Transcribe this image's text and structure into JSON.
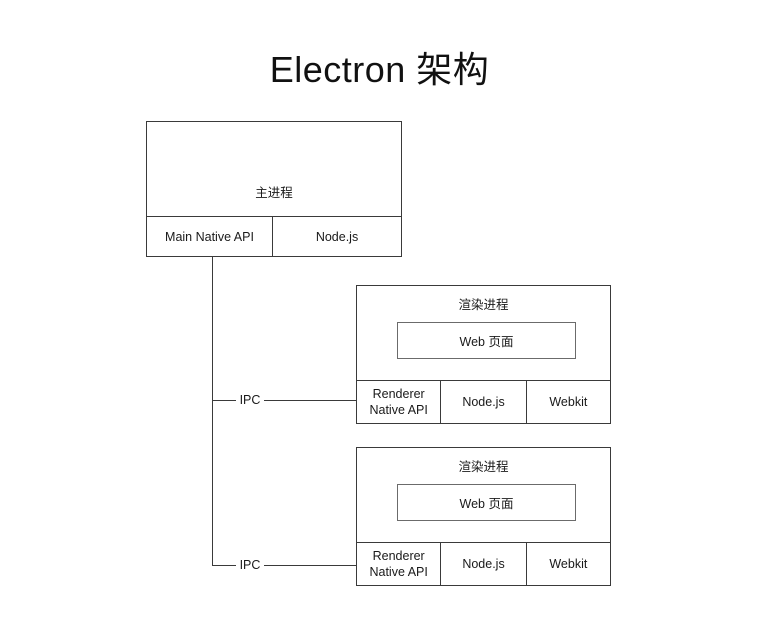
{
  "page": {
    "title": "Electron 架构",
    "background_color": "#ffffff",
    "line_color": "#3a3a3a",
    "text_color": "#1a1a1a"
  },
  "main_process": {
    "title": "主进程",
    "cells": [
      {
        "label": "Main Native API"
      },
      {
        "label": "Node.js"
      }
    ]
  },
  "renderer_processes": [
    {
      "title": "渲染进程",
      "web_page": "Web 页面",
      "cells": [
        {
          "label": "Renderer\nNative API"
        },
        {
          "label": "Node.js"
        },
        {
          "label": "Webkit"
        }
      ]
    },
    {
      "title": "渲染进程",
      "web_page": "Web 页面",
      "cells": [
        {
          "label": "Renderer\nNative API"
        },
        {
          "label": "Node.js"
        },
        {
          "label": "Webkit"
        }
      ]
    }
  ],
  "connectors": [
    {
      "label": "IPC"
    },
    {
      "label": "IPC"
    }
  ]
}
